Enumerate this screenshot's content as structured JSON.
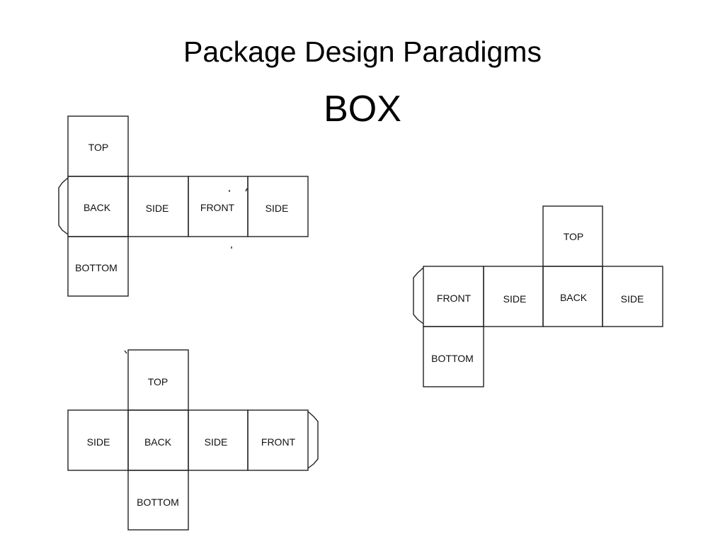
{
  "slide": {
    "title": "Package Design Paradigms",
    "subtitle": "BOX"
  },
  "nets": [
    {
      "panels": {
        "top": "TOP",
        "back": "BACK",
        "side1": "SIDE",
        "front": "FRONT",
        "side2": "SIDE",
        "bottom": "BOTTOM"
      }
    },
    {
      "panels": {
        "top": "TOP",
        "front": "FRONT",
        "side1": "SIDE",
        "back": "BACK",
        "side2": "SIDE",
        "bottom": "BOTTOM"
      }
    },
    {
      "panels": {
        "top": "TOP",
        "side1": "SIDE",
        "back": "BACK",
        "side2": "SIDE",
        "front": "FRONT",
        "bottom": "BOTTOM"
      }
    }
  ]
}
